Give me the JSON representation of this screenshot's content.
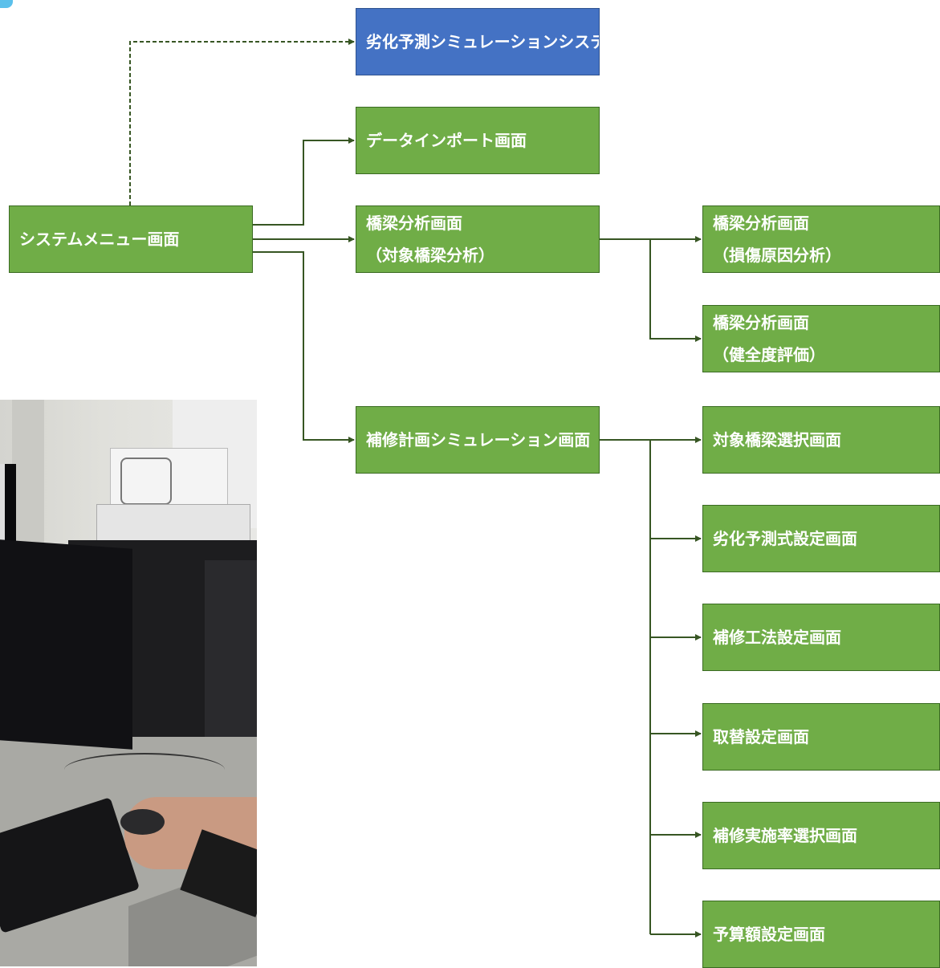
{
  "nodes": {
    "deterioration_system": "劣化予測シミュレーションシステム",
    "system_menu": "システムメニュー画面",
    "data_import": "データインポート画面",
    "bridge_analysis_target": {
      "line1": "橋梁分析画面",
      "line2": "（対象橋梁分析）"
    },
    "bridge_analysis_damage": {
      "line1": "橋梁分析画面",
      "line2": "（損傷原因分析）"
    },
    "bridge_analysis_health": {
      "line1": "橋梁分析画面",
      "line2": "（健全度評価）"
    },
    "repair_plan_sim": "補修計画シミュレーション画面",
    "target_bridge_select": "対象橋梁選択画面",
    "deterioration_formula": "劣化予測式設定画面",
    "repair_method": "補修工法設定画面",
    "replacement": "取替設定画面",
    "repair_rate": "補修実施率選択画面",
    "budget": "予算額設定画面"
  },
  "colors": {
    "node_green": "#70ad47",
    "node_blue": "#4472c4",
    "connector": "#375623",
    "photo_placeholder": "#cfcfc9"
  },
  "photo": {
    "subject": "person-using-desktop-computer"
  }
}
